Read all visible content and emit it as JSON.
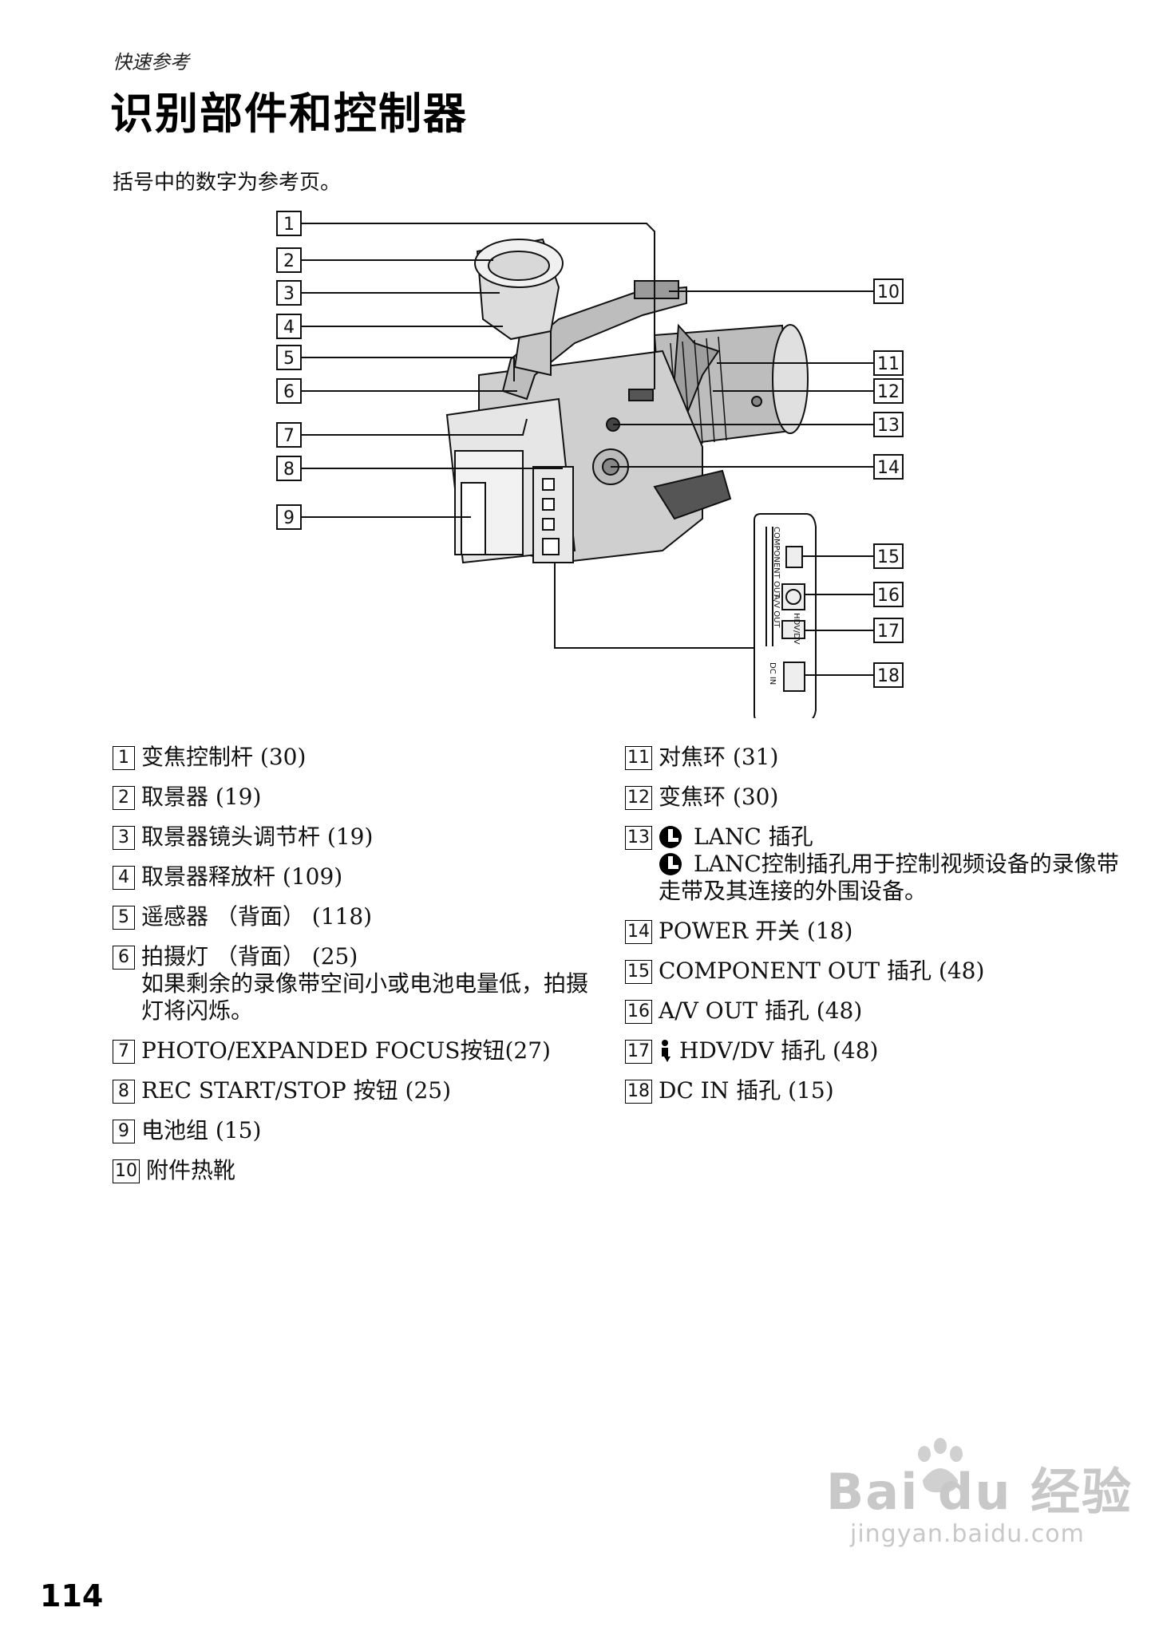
{
  "header": {
    "section_tag": "快速参考",
    "title": "识别部件和控制器",
    "intro": "括号中的数字为参考页。"
  },
  "diagram": {
    "callout_numbers": [
      "1",
      "2",
      "3",
      "4",
      "5",
      "6",
      "7",
      "8",
      "9",
      "10",
      "11",
      "12",
      "13",
      "14",
      "15",
      "16",
      "17",
      "18"
    ],
    "connector_labels": {
      "component_out": "COMPONENT OUT",
      "av_out": "A/V OUT",
      "hdv_dv": "HDV/DV",
      "dc_in": "DC IN"
    }
  },
  "parts_left": [
    {
      "num": "1",
      "text": "变焦控制杆 (30)"
    },
    {
      "num": "2",
      "text": "取景器 (19)"
    },
    {
      "num": "3",
      "text": "取景器镜头调节杆 (19)"
    },
    {
      "num": "4",
      "text": "取景器释放杆 (109)"
    },
    {
      "num": "5",
      "text": "遥感器 （背面） (118)"
    },
    {
      "num": "6",
      "text": "拍摄灯 （背面） (25)",
      "desc": "如果剩余的录像带空间小或电池电量低，拍摄灯将闪烁。"
    },
    {
      "num": "7",
      "text": "PHOTO/EXPANDED FOCUS按钮(27)"
    },
    {
      "num": "8",
      "text": "REC START/STOP 按钮 (25)"
    },
    {
      "num": "9",
      "text": "电池组 (15)"
    },
    {
      "num": "10",
      "text": "附件热靴"
    }
  ],
  "parts_right": [
    {
      "num": "11",
      "text": "对焦环 (31)"
    },
    {
      "num": "12",
      "text": "变焦环 (30)"
    },
    {
      "num": "13",
      "text": "LANC 插孔",
      "desc": "LANC控制插孔用于控制视频设备的录像带走带及其连接的外围设备。"
    },
    {
      "num": "14",
      "text": "POWER 开关 (18)"
    },
    {
      "num": "15",
      "text": "COMPONENT OUT 插孔 (48)"
    },
    {
      "num": "16",
      "text": "A/V OUT 插孔 (48)"
    },
    {
      "num": "17",
      "text": "HDV/DV 插孔 (48)"
    },
    {
      "num": "18",
      "text": "DC IN 插孔 (15)"
    }
  ],
  "footer": {
    "page_number": "114",
    "watermark_brand": "Bai du 经验",
    "watermark_url": "jingyan.baidu.com"
  },
  "icons": [
    "lanc-icon",
    "hdv-dv-icon",
    "camcorder-illustration",
    "baidu-paw-icon"
  ]
}
